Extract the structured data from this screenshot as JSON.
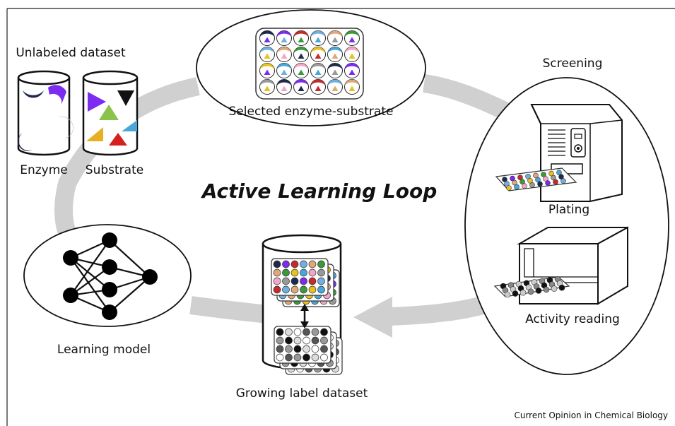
{
  "title": "Active Learning Loop",
  "labels": {
    "unlabeled_dataset": "Unlabeled dataset",
    "enzyme": "Enzyme",
    "substrate": "Substrate",
    "selected": "Selected enzyme-substrate",
    "screening": "Screening",
    "plating": "Plating",
    "activity_reading": "Activity reading",
    "growing_label_dataset": "Growing label dataset",
    "learning_model": "Learning model"
  },
  "credit": "Current Opinion in Chemical Biology",
  "colors": {
    "loop_arrow": "#d0d0d0",
    "ink": "#111111",
    "wells": [
      "#1f2a4a",
      "#7b2cf0",
      "#c62b2b",
      "#6fb0e0",
      "#e0a77a",
      "#3a9a3a",
      "#e8c020",
      "#4aa6d8",
      "#f2a7c8",
      "#999999"
    ]
  },
  "plate_grid": {
    "rows": 4,
    "cols": 6
  },
  "neural_network": {
    "layers": [
      2,
      4,
      1
    ]
  }
}
